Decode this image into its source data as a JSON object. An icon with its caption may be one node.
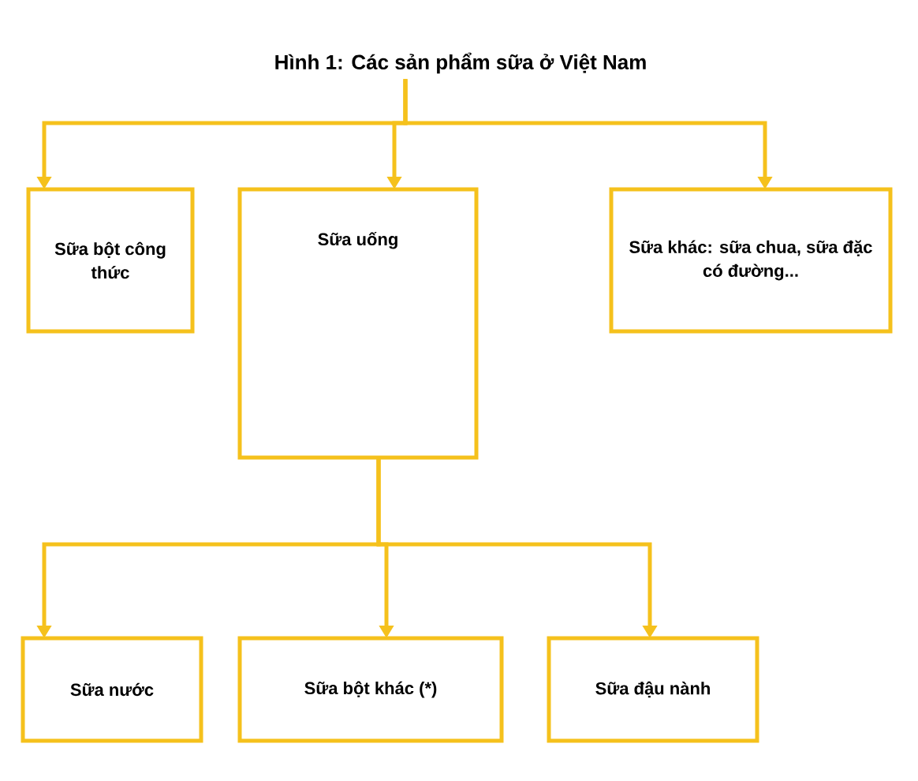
{
  "diagram": {
    "nodes": [
      {
        "text": [
          "Hình 1: Các sản phẩm sữa ở Việt Nam"
        ]
      },
      {
        "text": [
          "Sữa bột công thức"
        ]
      },
      {
        "text": [
          "Sữa uống"
        ]
      },
      {
        "text": [
          "Sữa khác: sữa chua, sữa đặc có đường..."
        ]
      },
      {
        "text": [
          "Sữa nước"
        ]
      },
      {
        "text": [
          "Sữa bột khác (*)"
        ]
      },
      {
        "text": [
          "Sữa đậu nành"
        ]
      }
    ],
    "edges": [
      {
        "from": 0,
        "to": 1,
        "arrow": "to"
      },
      {
        "from": 0,
        "to": 2,
        "arrow": "to"
      },
      {
        "from": 0,
        "to": 3,
        "arrow": "to"
      },
      {
        "from": 2,
        "to": 4,
        "arrow": "to"
      },
      {
        "from": 2,
        "to": 5,
        "arrow": "to"
      },
      {
        "from": 2,
        "to": 6,
        "arrow": "to"
      }
    ]
  }
}
